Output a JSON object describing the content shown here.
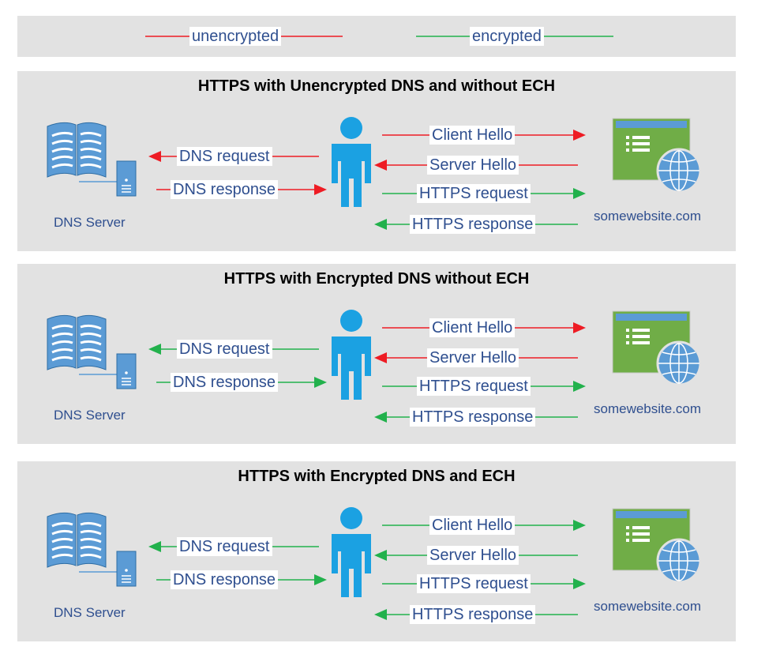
{
  "colors": {
    "unencrypted": "#ee1c24",
    "encrypted": "#22b14c",
    "person": "#1ba1e2",
    "server": "#5b9bd5",
    "website": "#70ad47",
    "label_text": "#2f4f8f"
  },
  "legend": {
    "unencrypted_label": "unencrypted",
    "encrypted_label": "encrypted"
  },
  "panels": [
    {
      "title": "HTTPS with Unencrypted DNS and without ECH",
      "dns_server_label": "DNS Server",
      "website_label": "somewebsite.com",
      "flows": {
        "dns_request": {
          "label": "DNS request",
          "status": "unencrypted"
        },
        "dns_response": {
          "label": "DNS response",
          "status": "unencrypted"
        },
        "client_hello": {
          "label": "Client Hello",
          "status": "unencrypted"
        },
        "server_hello": {
          "label": "Server Hello",
          "status": "unencrypted"
        },
        "https_request": {
          "label": "HTTPS request",
          "status": "encrypted"
        },
        "https_response": {
          "label": "HTTPS response",
          "status": "encrypted"
        }
      }
    },
    {
      "title": "HTTPS with Encrypted DNS without ECH",
      "dns_server_label": "DNS Server",
      "website_label": "somewebsite.com",
      "flows": {
        "dns_request": {
          "label": "DNS request",
          "status": "encrypted"
        },
        "dns_response": {
          "label": "DNS response",
          "status": "encrypted"
        },
        "client_hello": {
          "label": "Client Hello",
          "status": "unencrypted"
        },
        "server_hello": {
          "label": "Server Hello",
          "status": "unencrypted"
        },
        "https_request": {
          "label": "HTTPS request",
          "status": "encrypted"
        },
        "https_response": {
          "label": "HTTPS response",
          "status": "encrypted"
        }
      }
    },
    {
      "title": "HTTPS with Encrypted DNS and ECH",
      "dns_server_label": "DNS Server",
      "website_label": "somewebsite.com",
      "flows": {
        "dns_request": {
          "label": "DNS request",
          "status": "encrypted"
        },
        "dns_response": {
          "label": "DNS response",
          "status": "encrypted"
        },
        "client_hello": {
          "label": "Client Hello",
          "status": "encrypted"
        },
        "server_hello": {
          "label": "Server Hello",
          "status": "encrypted"
        },
        "https_request": {
          "label": "HTTPS request",
          "status": "encrypted"
        },
        "https_response": {
          "label": "HTTPS response",
          "status": "encrypted"
        }
      }
    }
  ]
}
